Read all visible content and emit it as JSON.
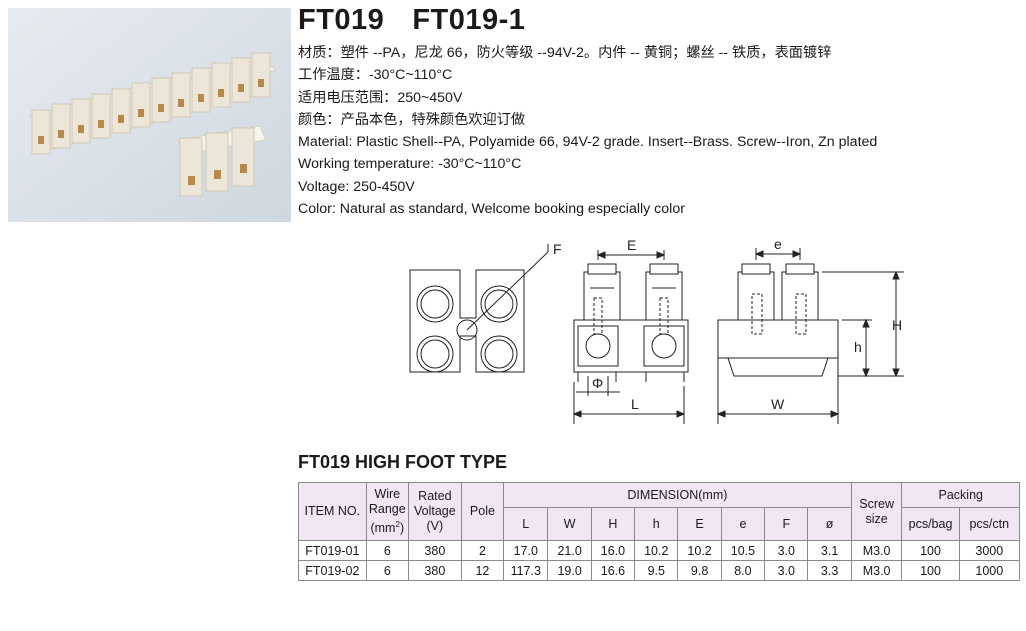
{
  "header": {
    "title_a": "FT019",
    "title_b": "FT019-1"
  },
  "specs": [
    "材质：塑件 --PA，尼龙 66，防火等级 --94V-2。内件 -- 黄铜；螺丝 -- 铁质，表面镀锌",
    "工作温度：-30°C~110°C",
    "适用电压范围：250~450V",
    "颜色：产品本色，特殊颜色欢迎订做",
    "Material: Plastic Shell--PA, Polyamide 66, 94V-2 grade. Insert--Brass. Screw--Iron, Zn plated",
    "Working temperature: -30°C~110°C",
    "Voltage: 250-450V",
    "Color: Natural as standard, Welcome booking especially color"
  ],
  "drawing_labels": {
    "F": "F",
    "E": "E",
    "e": "e",
    "H": "H",
    "h": "h",
    "phi": "Φ",
    "L": "L",
    "W": "W"
  },
  "section_title": "FT019 HIGH FOOT TYPE",
  "table": {
    "h_item": "ITEM NO.",
    "h_wire_1": "Wire",
    "h_wire_2": "Range",
    "h_wire_3": "(mm",
    "h_wire_sup": "2",
    "h_wire_4": ")",
    "h_volt_1": "Rated",
    "h_volt_2": "Voltage",
    "h_volt_3": "(V)",
    "h_pole": "Pole",
    "h_dimension": "DIMENSION(mm)",
    "h_screw_1": "Screw",
    "h_screw_2": "size",
    "h_packing": "Packing",
    "dim_cols": [
      "L",
      "W",
      "H",
      "h",
      "E",
      "e",
      "F",
      "ø"
    ],
    "pack_cols": [
      "pcs/bag",
      "pcs/ctn"
    ],
    "rows": [
      [
        "FT019-01",
        "6",
        "380",
        "2",
        "17.0",
        "21.0",
        "16.0",
        "10.2",
        "10.2",
        "10.5",
        "3.0",
        "3.1",
        "M3.0",
        "100",
        "3000"
      ],
      [
        "FT019-02",
        "6",
        "380",
        "12",
        "117.3",
        "19.0",
        "16.6",
        "9.5",
        "9.8",
        "8.0",
        "3.0",
        "3.3",
        "M3.0",
        "100",
        "1000"
      ]
    ]
  }
}
